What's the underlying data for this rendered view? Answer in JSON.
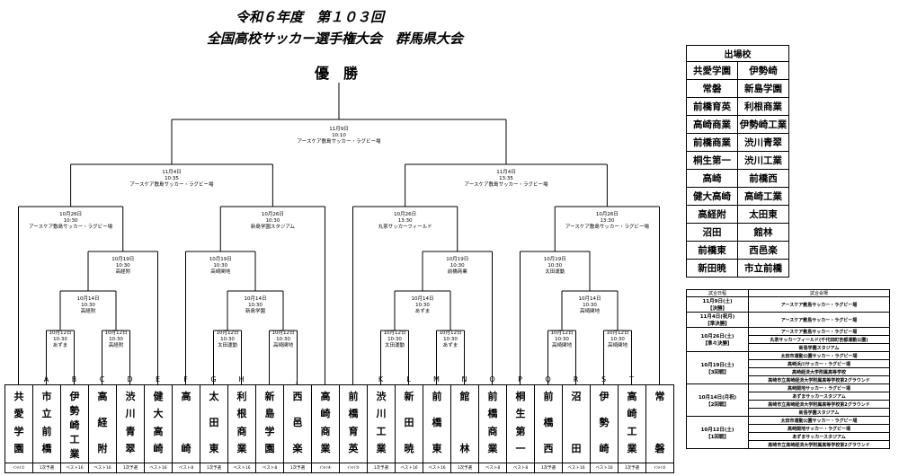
{
  "title_line1": "令和６年度　第１０３回",
  "title_line2": "全国高校サッカー選手権大会　群馬県大会",
  "champion_label": "優　勝",
  "matches": [
    {
      "id": "final",
      "date": "11月9日",
      "time": "10:10",
      "venue": "アースケア敷島サッカー・ラグビー場"
    },
    {
      "id": "sf1",
      "date": "11月4日",
      "time": "10:35",
      "venue": "アースケア敷島サッカー・ラグビー場"
    },
    {
      "id": "sf2",
      "date": "11月4日",
      "time": "13:35",
      "venue": "アースケア敷島サッカー・ラグビー場"
    },
    {
      "id": "qf1",
      "date": "10月26日",
      "time": "10:30",
      "venue": "アースケア敷島サッカー・ラグビー場"
    },
    {
      "id": "qf2",
      "date": "10月26日",
      "time": "10:30",
      "venue": "新島学園スタジアム"
    },
    {
      "id": "qf3",
      "date": "10月26日",
      "time": "13:30",
      "venue": "丸茶サッカーフィールド"
    },
    {
      "id": "qf4",
      "date": "10月26日",
      "time": "13:30",
      "venue": "アースケア敷島サッカー・ラグビー場"
    },
    {
      "id": "r3a",
      "date": "10月19日",
      "time": "10:30",
      "venue": "高経附"
    },
    {
      "id": "r3b",
      "date": "10月19日",
      "time": "10:30",
      "venue": "高崎関地"
    },
    {
      "id": "r3c",
      "date": "10月19日",
      "time": "10:30",
      "venue": "前橋商業"
    },
    {
      "id": "r3d",
      "date": "10月19日",
      "time": "10:30",
      "venue": "太田運動"
    },
    {
      "id": "r2a",
      "date": "10月14日",
      "time": "10:30",
      "venue": "高経附"
    },
    {
      "id": "r2b",
      "date": "10月14日",
      "time": "10:30",
      "venue": "新島学園"
    },
    {
      "id": "r2c",
      "date": "10月14日",
      "time": "10:30",
      "venue": "あずま"
    },
    {
      "id": "r2d",
      "date": "10月14日",
      "time": "10:30",
      "venue": "高崎関地"
    },
    {
      "id": "r1a",
      "date": "10月12日",
      "time": "10:30",
      "venue": "あずま"
    },
    {
      "id": "r1b",
      "date": "10月12日",
      "time": "10:30",
      "venue": "高経附"
    },
    {
      "id": "r1c",
      "date": "10月12日",
      "time": "10:30",
      "venue": "太田運動"
    },
    {
      "id": "r1d",
      "date": "10月12日",
      "time": "10:30",
      "venue": "高崎関地"
    },
    {
      "id": "r1e",
      "date": "10月12日",
      "time": "10:30",
      "venue": "太田運動"
    },
    {
      "id": "r1f",
      "date": "10月12日",
      "time": "10:30",
      "venue": "あずま"
    },
    {
      "id": "r1g",
      "date": "10月12日",
      "time": "10:30",
      "venue": "高崎関地"
    },
    {
      "id": "r1h",
      "date": "10月12日",
      "time": "10:30",
      "venue": "高崎関地"
    }
  ],
  "slot_letters": [
    "",
    "A",
    "B",
    "C",
    "D",
    "E",
    "F",
    "G",
    "H",
    "I",
    "J",
    "",
    "",
    "K",
    "L",
    "M",
    "N",
    "O",
    "P",
    "Q",
    "R",
    "S",
    "T",
    ""
  ],
  "teams": [
    {
      "name": "共愛学園",
      "result": "ｲﾝﾊｲ①"
    },
    {
      "name": "市立前橋",
      "result": "1次予選"
    },
    {
      "name": "伊勢崎工業",
      "result": "ベスト16"
    },
    {
      "name": "高経附",
      "result": "ベスト16"
    },
    {
      "name": "渋川青翠",
      "result": "1次予選"
    },
    {
      "name": "健大高崎",
      "result": "ベスト16"
    },
    {
      "name": "高崎",
      "result": "ベスト8"
    },
    {
      "name": "太田東",
      "result": "1次予選"
    },
    {
      "name": "利根商業",
      "result": "ベスト16"
    },
    {
      "name": "新島学園",
      "result": "ベスト8"
    },
    {
      "name": "西邑楽",
      "result": "1次予選"
    },
    {
      "name": "高崎商業",
      "result": "ｲﾝﾊｲ④"
    },
    {
      "name": "前橋育英",
      "result": "ｲﾝﾊｲ③"
    },
    {
      "name": "渋川工業",
      "result": "1次予選"
    },
    {
      "name": "新田暁",
      "result": "ベスト16"
    },
    {
      "name": "前橋東",
      "result": "ベスト16"
    },
    {
      "name": "館林",
      "result": "1次予選"
    },
    {
      "name": "前橋商業",
      "result": "ベスト8"
    },
    {
      "name": "桐生第一",
      "result": "ベスト8"
    },
    {
      "name": "前橋西",
      "result": "1次予選"
    },
    {
      "name": "沼田",
      "result": "ベスト16"
    },
    {
      "name": "伊勢崎",
      "result": "ベスト16"
    },
    {
      "name": "高崎工業",
      "result": "1次予選"
    },
    {
      "name": "常磐",
      "result": "ｲﾝﾊｲ②"
    }
  ],
  "schools": {
    "header": "出場校",
    "rows": [
      [
        "共愛学園",
        "伊勢崎"
      ],
      [
        "常磐",
        "新島学園"
      ],
      [
        "前橋育英",
        "利根商業"
      ],
      [
        "高崎商業",
        "伊勢崎工業"
      ],
      [
        "前橋商業",
        "渋川青翠"
      ],
      [
        "桐生第一",
        "渋川工業"
      ],
      [
        "高崎",
        "前橋西"
      ],
      [
        "健大高崎",
        "高崎工業"
      ],
      [
        "高経附",
        "太田東"
      ],
      [
        "沼田",
        "館林"
      ],
      [
        "前橋東",
        "西邑楽"
      ],
      [
        "新田暁",
        "市立前橋"
      ]
    ]
  },
  "schedule": {
    "headers": [
      "試合日程",
      "試合会場"
    ],
    "groups": [
      {
        "date": "11月9日(土)\n【決勝】",
        "venues": [
          "アースケア敷島サッカー・ラグビー場"
        ]
      },
      {
        "date": "11月4日(祝月)\n【準決勝】",
        "venues": [
          "アースケア敷島サッカー・ラグビー場"
        ]
      },
      {
        "date": "10月26日(土)\n【準々決勝】",
        "venues": [
          "アースケア敷島サッカー・ラグビー場",
          "丸茶サッカーフィールド(千代田町吉都運動公園)",
          "新島学園スタジアム"
        ]
      },
      {
        "date": "10月19日(土)\n【3回戦】",
        "venues": [
          "太田市運動公園サッカー・ラグビー場",
          "高崎浜川サッカー・ラグビー場",
          "高崎経済大学附属高等学校",
          "高崎市立高崎経済大学附属高等学校第2グラウンド"
        ]
      },
      {
        "date": "10月14日(月祝)\n【2回戦】",
        "venues": [
          "高崎関地サッカー・ラグビー場",
          "あずまサッカースタジアム",
          "高崎市立高崎経済大学附属高等学校第2グラウンド",
          "新島学園スタジアム"
        ]
      },
      {
        "date": "10月12日(土)\n【1回戦】",
        "venues": [
          "太田市運動公園サッカー・ラグビー場",
          "高崎関地サッカー・ラグビー場",
          "あずまサッカースタジアム",
          "高崎市立高崎経済大学附属高等学校第2グラウンド"
        ]
      }
    ]
  }
}
